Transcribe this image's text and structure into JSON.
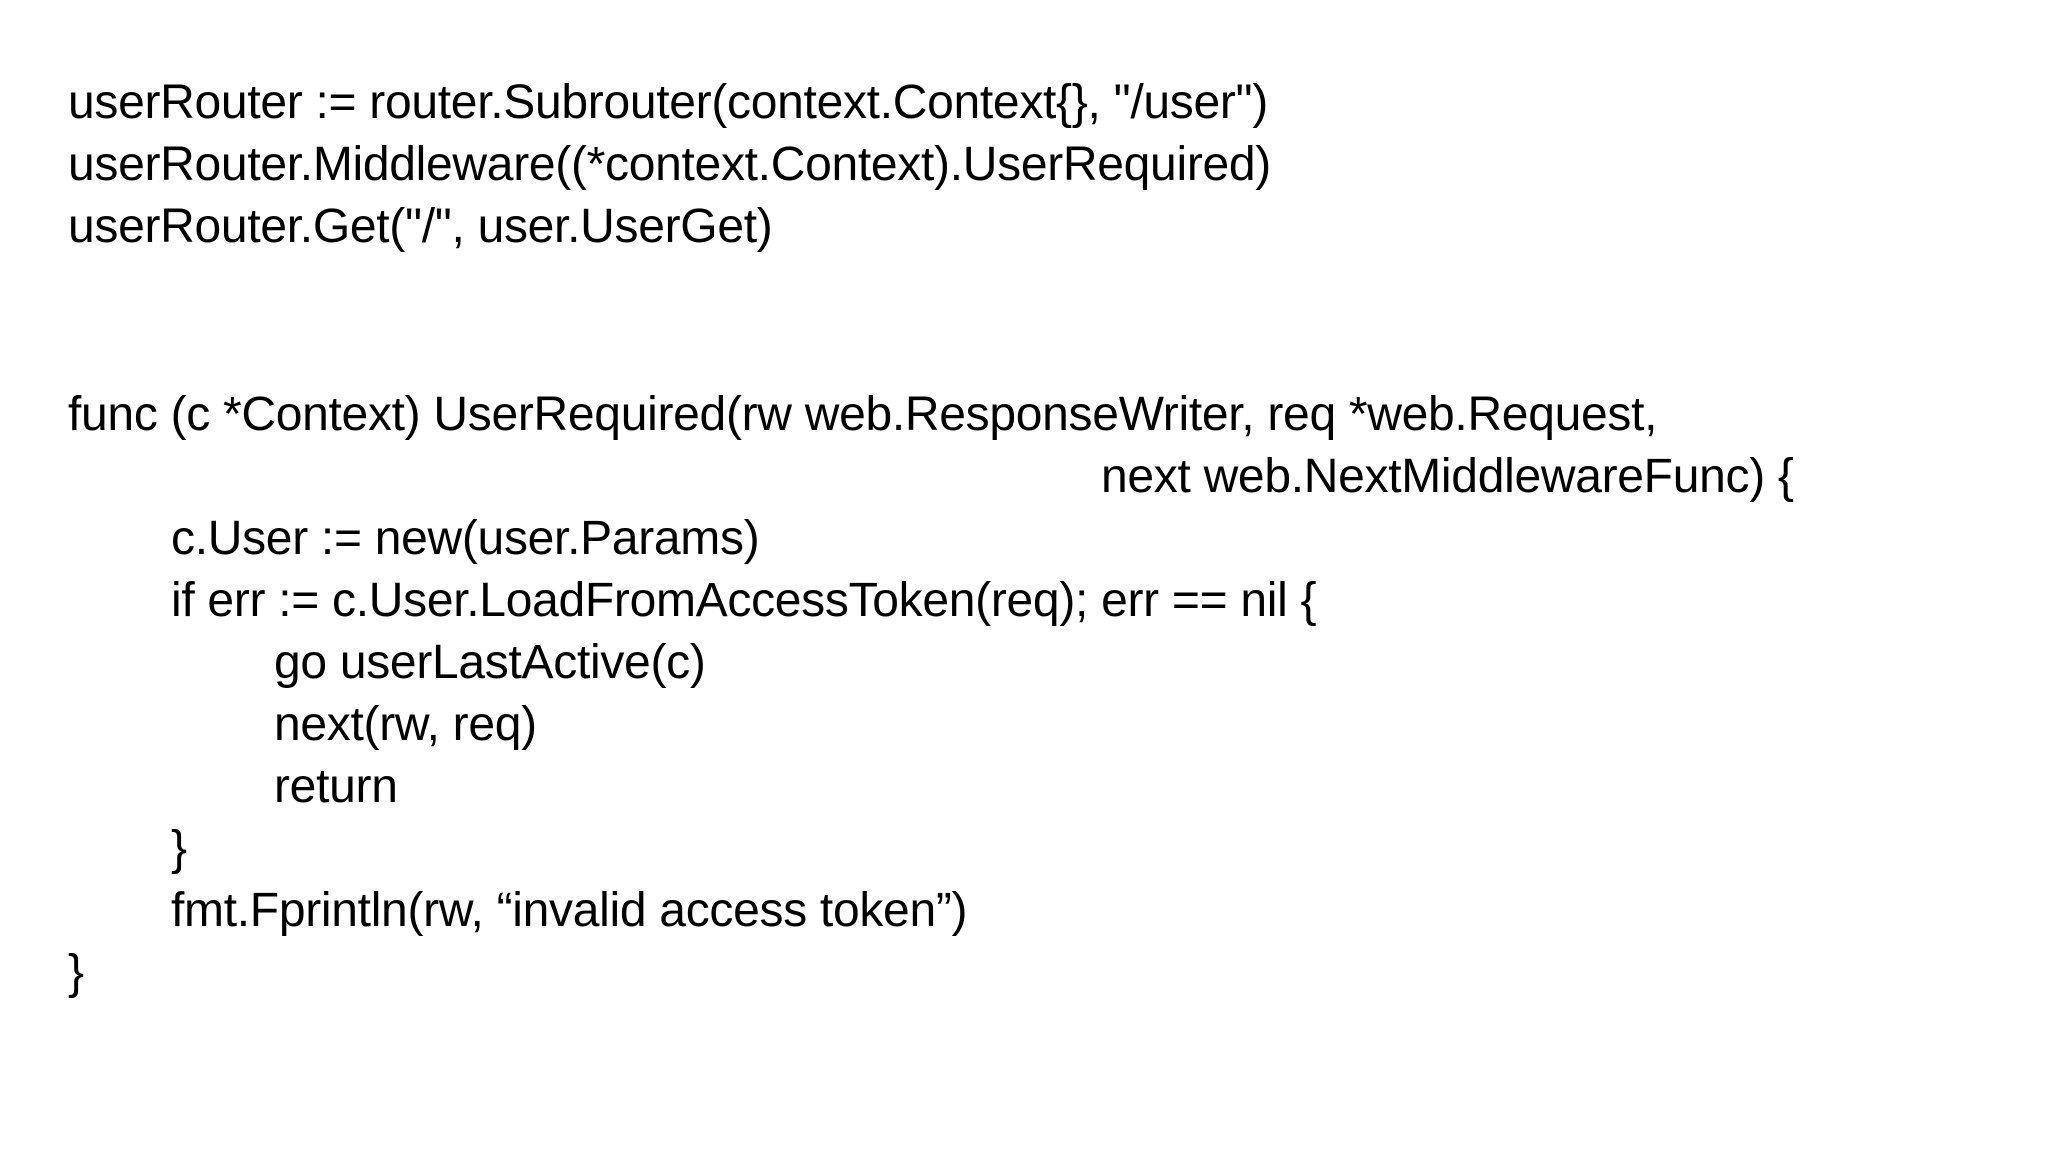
{
  "slide": {
    "background": "#ffffff",
    "text_color": "#000000",
    "block1": [
      "userRouter := router.Subrouter(context.Context{}, \"/user\")",
      "userRouter.Middleware((*context.Context).UserRequired)",
      "userRouter.Get(\"/\", user.UserGet)"
    ],
    "block2": [
      "func (c *Context) UserRequired(rw web.ResponseWriter, req *web.Request,",
      "next web.NextMiddlewareFunc) {",
      "c.User := new(user.Params)",
      "if err := c.User.LoadFromAccessToken(req); err == nil {",
      "go userLastActive(c)",
      "next(rw, req)",
      "return",
      "}",
      "fmt.Fprintln(rw, “invalid access token”)",
      "}"
    ]
  }
}
